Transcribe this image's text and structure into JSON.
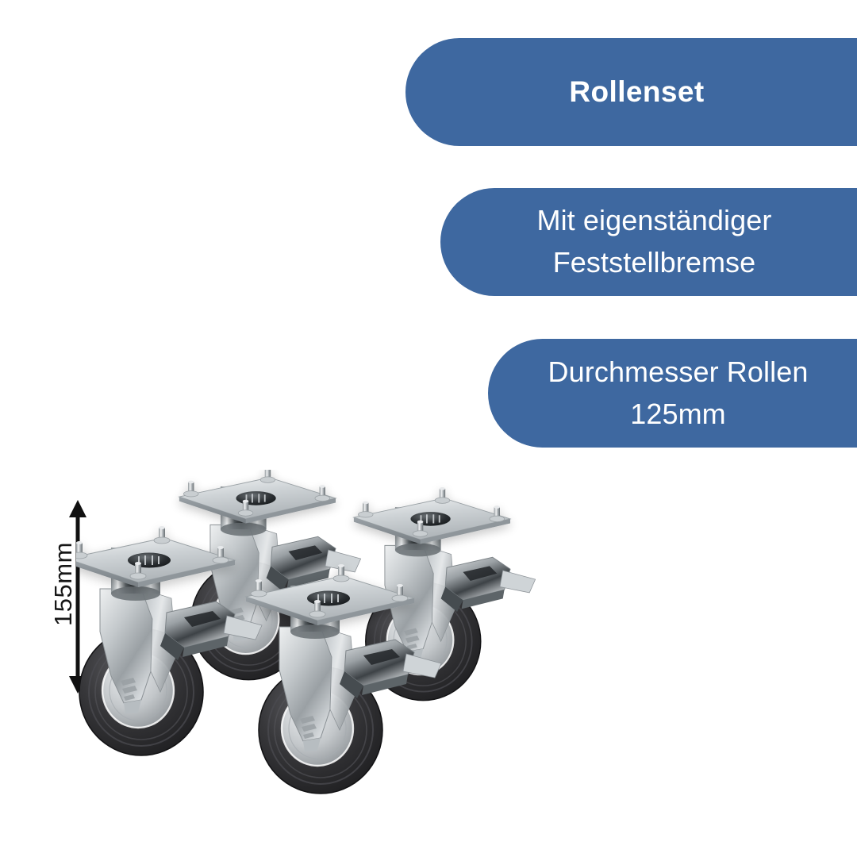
{
  "page": {
    "background_color": "#ffffff",
    "accent_color": "#3E68A0",
    "text_on_accent_color": "#ffffff",
    "annotation_color": "#161616",
    "language": "de"
  },
  "badges": [
    {
      "id": "rollenset",
      "label": "Rollenset",
      "emphasis": "bold"
    },
    {
      "id": "feststellbremse",
      "label": "Mit eigenständiger\nFeststellbremse",
      "emphasis": "regular"
    },
    {
      "id": "durchmesser",
      "label": "Durchmesser Rollen\n125mm",
      "emphasis": "regular"
    }
  ],
  "dimension": {
    "label": "155mm",
    "orientation": "vertical",
    "arrow": "double-headed-vertical-arrow"
  },
  "product": {
    "name": "swivel-caster-set",
    "caster_count": 4,
    "finish_colors": {
      "chrome_light": "#e9ecee",
      "chrome_mid": "#b9bfc4",
      "chrome_dark": "#6d7478",
      "chrome_deep": "#2d3134",
      "tire_dark": "#2a2a2c",
      "tire_mid": "#46464a",
      "hub_light": "#d2d5d7",
      "hub_mid": "#a9adb0"
    }
  }
}
